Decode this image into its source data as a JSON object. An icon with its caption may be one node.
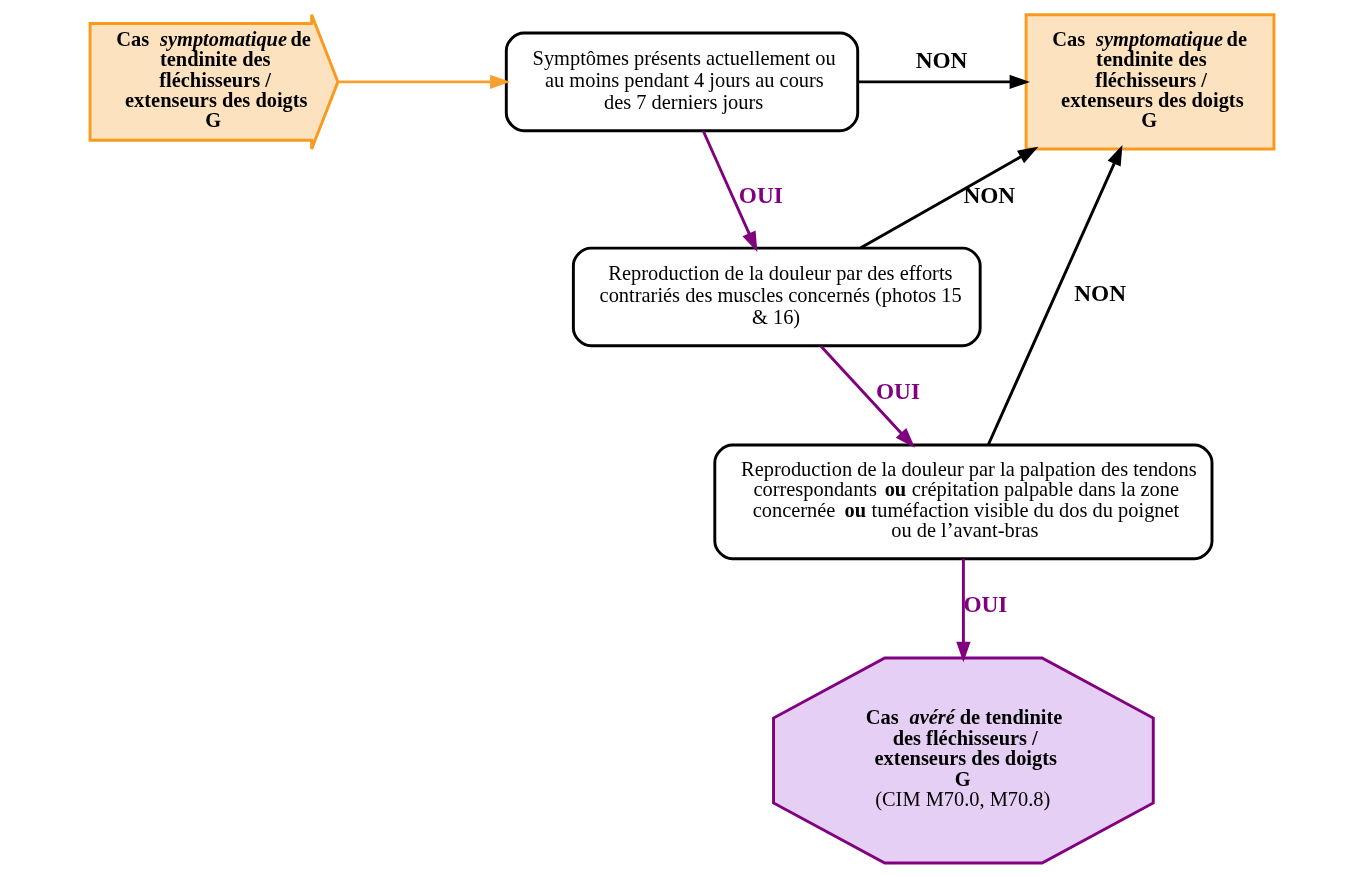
{
  "diagram": {
    "nodes": [
      {
        "text": [
          "Cas *symptomatique* de tendinite des fléchisseurs / extenseurs des doigts",
          "G"
        ]
      },
      {
        "text": [
          "Symptômes présents actuellement ou au moins pendant 4 jours au cours des 7 derniers jours"
        ]
      },
      {
        "text": [
          "Cas *symptomatique* de tendinite des fléchisseurs / extenseurs des doigts",
          "G"
        ]
      },
      {
        "text": [
          "Reproduction de la douleur par des efforts contrariés des muscles concernés (photos 15 & 16)"
        ]
      },
      {
        "text": [
          "Reproduction de la douleur par la palpation des tendons correspondants **ou** crépitation palpable dans la zone concernée **ou** tuméfaction visible du dos du poignet ou de l’avant-bras"
        ]
      },
      {
        "text": [
          "Cas *avéré* de tendinite des fléchisseurs / extenseurs des doigts",
          "G",
          "(CIM M70.0, M70.8)"
        ]
      }
    ],
    "edges": [
      {
        "from": 0,
        "to": 1,
        "arrow": "to",
        "color": "#f7a030"
      },
      {
        "from": 1,
        "to": 2,
        "arrow": "to",
        "label": "NON"
      },
      {
        "from": 1,
        "to": 3,
        "arrow": "to",
        "label": "OUI",
        "color": "#800080"
      },
      {
        "from": 3,
        "to": 2,
        "arrow": "to",
        "label": "NON"
      },
      {
        "from": 4,
        "to": 2,
        "arrow": "to",
        "label": "NON"
      },
      {
        "from": 3,
        "to": 4,
        "arrow": "to",
        "label": "OUI",
        "color": "#800080"
      },
      {
        "from": 4,
        "to": 5,
        "arrow": "to",
        "label": "OUI",
        "color": "#800080"
      }
    ]
  }
}
